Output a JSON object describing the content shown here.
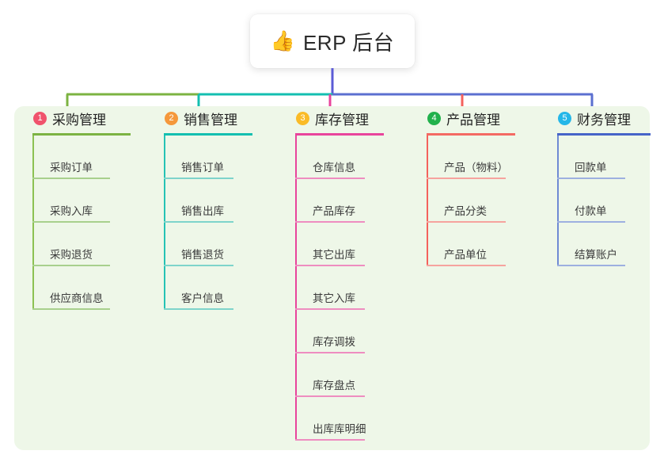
{
  "title": {
    "emoji": "👍",
    "emoji_name": "thumbs-up-icon",
    "text": "ERP 后台"
  },
  "canvas": {
    "background": "#ffffff",
    "panel_background": "#eef7e8",
    "stem_color": "#5b5bd6"
  },
  "columns": [
    {
      "number": "1",
      "title": "采购管理",
      "badge_color": "#f0536c",
      "rule_color": "#7cb342",
      "spine_color": "#8cc152",
      "item_rule_color": "#a8d08d",
      "connector_color": "#7cb342",
      "items": [
        "采购订单",
        "采购入库",
        "采购退货",
        "供应商信息"
      ]
    },
    {
      "number": "2",
      "title": "销售管理",
      "badge_color": "#f5983b",
      "rule_color": "#13bfb0",
      "spine_color": "#25c3b5",
      "item_rule_color": "#7ed4cb",
      "connector_color": "#13bfb0",
      "items": [
        "销售订单",
        "销售出库",
        "销售退货",
        "客户信息"
      ]
    },
    {
      "number": "3",
      "title": "库存管理",
      "badge_color": "#fabb27",
      "rule_color": "#e8449c",
      "spine_color": "#e8449c",
      "item_rule_color": "#ee8dc0",
      "connector_color": "#e8449c",
      "items": [
        "仓库信息",
        "产品库存",
        "其它出库",
        "其它入库",
        "库存调拨",
        "库存盘点",
        "出库库明细"
      ]
    },
    {
      "number": "4",
      "title": "产品管理",
      "badge_color": "#22b14c",
      "rule_color": "#f46a63",
      "spine_color": "#f4625c",
      "item_rule_color": "#f6a39e",
      "connector_color": "#f4625c",
      "items": [
        "产品（物料）",
        "产品分类",
        "产品单位"
      ]
    },
    {
      "number": "5",
      "title": "财务管理",
      "badge_color": "#25b7e8",
      "rule_color": "#4664c8",
      "spine_color": "#6f8ad4",
      "item_rule_color": "#9db0e0",
      "connector_color": "#5b6fd0",
      "items": [
        "回款单",
        "付款单",
        "结算账户"
      ]
    }
  ],
  "connectors": {
    "bus_left_color": "#7cb342",
    "bus_mid_color": "#13bfb0",
    "bus_right_color": "#5b6fd0"
  }
}
